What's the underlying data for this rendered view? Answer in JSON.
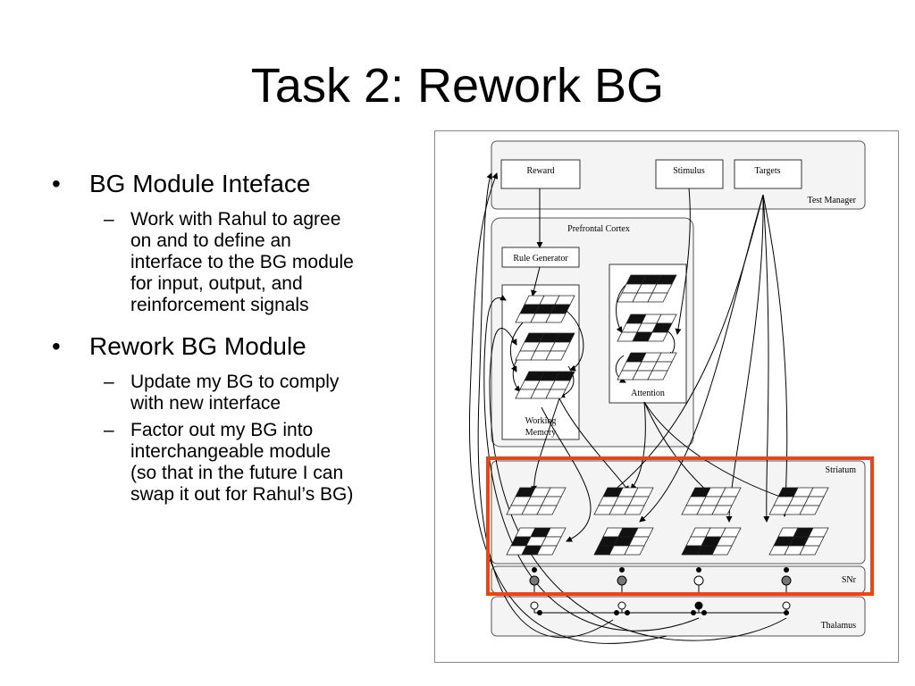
{
  "slide": {
    "title": "Task 2: Rework BG",
    "bullets": [
      {
        "text": "BG Module Inteface",
        "subs": [
          [
            "Work with Rahul to agree",
            "on and to define an",
            "interface to the BG module",
            "for input, output, and",
            "reinforcement signals"
          ]
        ]
      },
      {
        "text": "Rework BG Module",
        "subs": [
          [
            "Update my BG to comply",
            "with new interface"
          ],
          [
            "Factor out my BG into",
            "interchangeable module",
            "(so that in the future I can",
            "swap it out for Rahul’s BG)"
          ]
        ]
      }
    ]
  },
  "diagram": {
    "test_manager": "Test Manager",
    "reward": "Reward",
    "stimulus": "Stimulus",
    "targets": "Targets",
    "prefrontal": "Prefrontal Cortex",
    "rule_generator": "Rule Generator",
    "working_memory": [
      "Working",
      "Memory"
    ],
    "attention": "Attention",
    "striatum": "Striatum",
    "snr": "SNr",
    "thalamus": "Thalamus",
    "highlight_color": "#ee4411"
  }
}
